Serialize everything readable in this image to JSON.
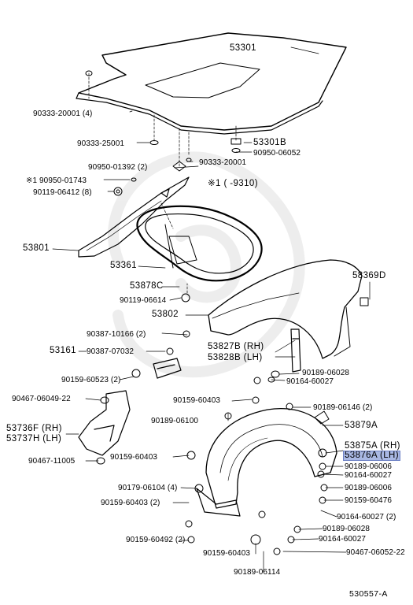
{
  "diagram_code": "530557-A",
  "note": {
    "mark": "※1",
    "range": "( -9310)"
  },
  "labels": {
    "p53301": "53301",
    "p90333_20001_4": "90333-20001 (4)",
    "p90333_25001": "90333-25001",
    "p53301B": "53301B",
    "p90950_06052": "90950-06052",
    "p90950_01392": "90950-01392 (2)",
    "p90333_20001": "90333-20001",
    "p90950_01743": "※1 90950-01743",
    "p90119_06412": "90119-06412 (8)",
    "p53801": "53801",
    "p53361": "53361",
    "p53878C": "53878C",
    "p90119_06614": "90119-06614",
    "p53802": "53802",
    "p58369D": "58369D",
    "p90387_10166": "90387-10166 (2)",
    "p53161": "53161",
    "p90387_07032": "90387-07032",
    "p53827B": "53827B (RH)",
    "p53828B": "53828B (LH)",
    "p90159_60523": "90159-60523 (2)",
    "p90189_06028_top": "90189-06028",
    "p90164_60027_top": "90164-60027",
    "p90467_06049": "90467-06049-22",
    "p90159_60403_top": "90159-60403",
    "p90189_06146": "90189-06146 (2)",
    "p53736F": "53736F (RH)",
    "p53737H": "53737H (LH)",
    "p90189_06100": "90189-06100",
    "p53879A": "53879A",
    "p90467_11005": "90467-11005",
    "p90159_60403_mid": "90159-60403",
    "p53875A": "53875A (RH)",
    "p53876A": "53876A (LH)",
    "p90189_06006_a": "90189-06006",
    "p90164_60027_b": "90164-60027",
    "p90179_06104": "90179-06104 (4)",
    "p90189_06006_b": "90189-06006",
    "p90159_60476": "90159-60476",
    "p90159_60403_2": "90159-60403 (2)",
    "p90164_60027_2": "90164-60027 (2)",
    "p90159_60492": "90159-60492 (2)",
    "p90189_06028_bot": "90189-06028",
    "p90164_60027_bot": "90164-60027",
    "p90159_60403_bot": "90159-60403",
    "p90467_06052": "90467-06052-22",
    "p90189_06114": "90189-06114"
  }
}
